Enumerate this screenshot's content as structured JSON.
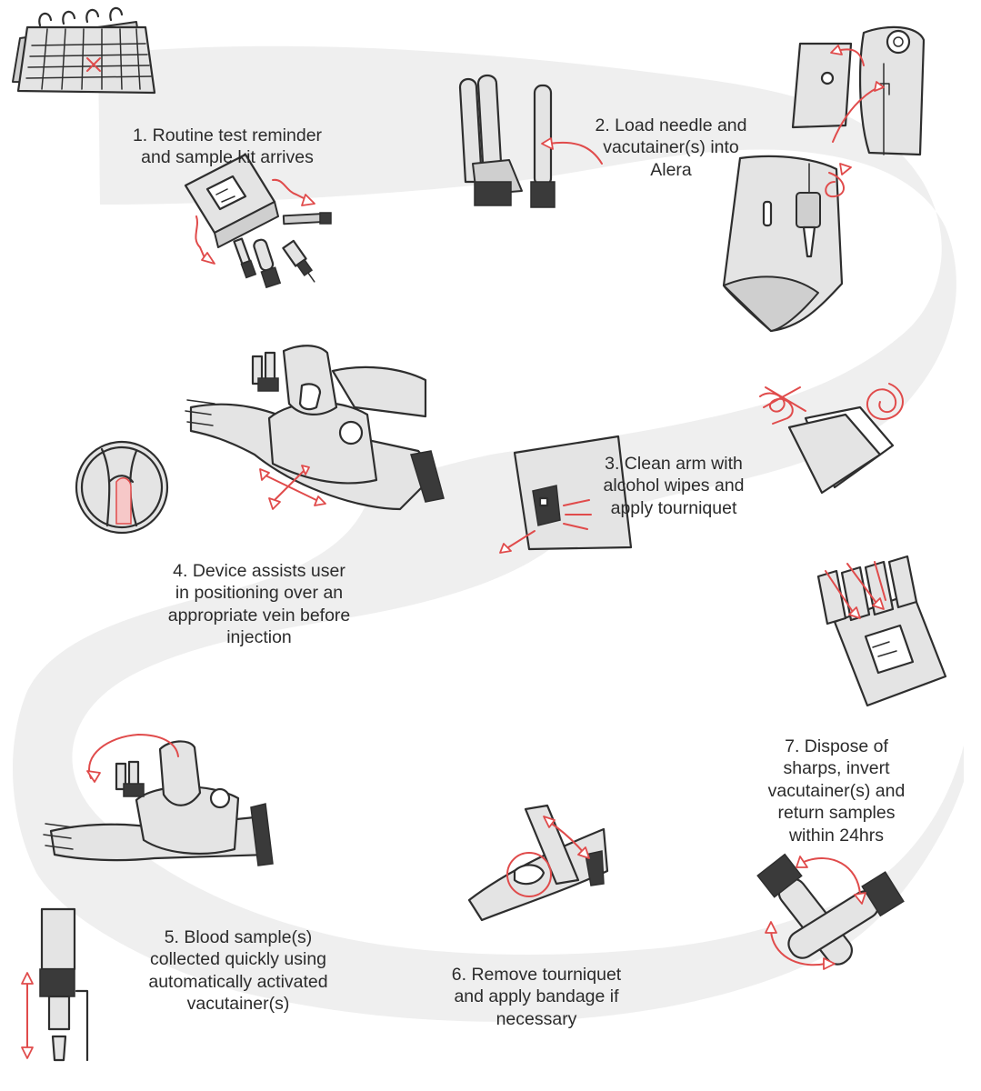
{
  "colors": {
    "path_band": "#efefef",
    "accent": "#e04b4b",
    "ink": "#2e2e2e"
  },
  "steps": [
    {
      "lines": [
        "1. Routine test reminder",
        "and sample kit arrives"
      ]
    },
    {
      "lines": [
        "2. Load needle and",
        "vacutainer(s) into",
        "Alera"
      ]
    },
    {
      "lines": [
        "3. Clean arm with",
        "alcohol wipes and",
        "apply tourniquet"
      ]
    },
    {
      "lines": [
        "4. Device assists user",
        "in positioning over an",
        "appropriate vein before",
        "injection"
      ]
    },
    {
      "lines": [
        "5. Blood sample(s)",
        "collected quickly using",
        "automatically activated",
        "vacutainer(s)"
      ]
    },
    {
      "lines": [
        "6. Remove tourniquet",
        "and apply bandage if",
        "necessary"
      ]
    },
    {
      "lines": [
        "7. Dispose of",
        "sharps, invert",
        "vacutainer(s) and",
        "return samples",
        "within 24hrs"
      ]
    }
  ],
  "icons": [
    "calendar-icon",
    "sample-kit-icon",
    "needle-vacutainer-icon",
    "alera-device-icon",
    "alcohol-wipes-icon",
    "tourniquet-icon",
    "device-on-arm-icon",
    "vein-magnifier-icon",
    "blood-collection-icon",
    "vacutainer-activation-icon",
    "bandage-icon",
    "sharps-disposal-box-icon",
    "invert-vacutainers-icon"
  ]
}
